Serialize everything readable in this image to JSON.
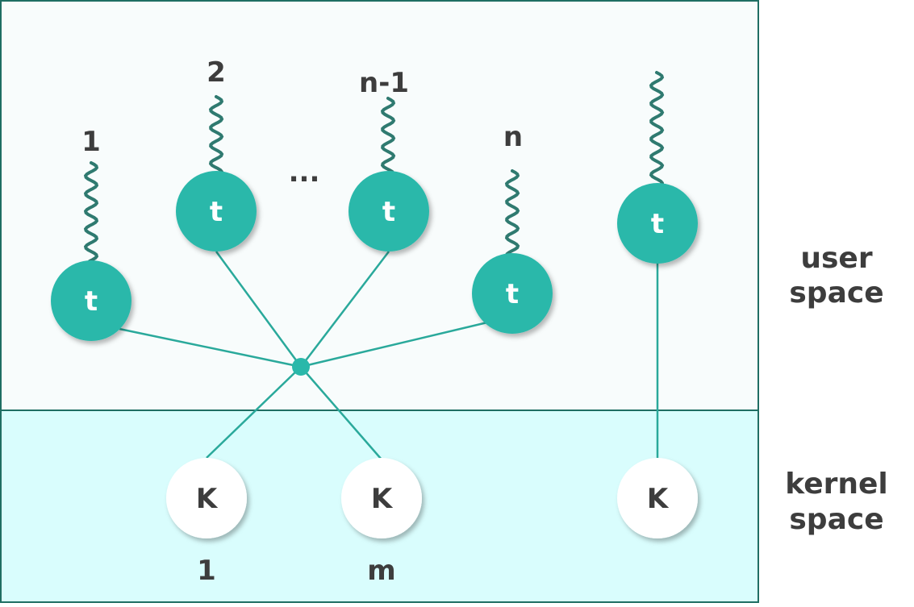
{
  "colors": {
    "thread_fill": "#2ab8aa",
    "thread_text": "#ffffff",
    "kernel_fill": "#ffffff",
    "kernel_text": "#3d3d3d",
    "edge": "#2aa99b",
    "squiggle": "#2f7a70",
    "user_bg": "#f8fcfc",
    "kernel_bg": "#d9fdfd",
    "border": "#1f6e63"
  },
  "regions": {
    "user": {
      "label_line1": "user",
      "label_line2": "space"
    },
    "kernel": {
      "label_line1": "kernel",
      "label_line2": "space"
    }
  },
  "threads": [
    {
      "id": "t1",
      "glyph": "t",
      "index_label": "1"
    },
    {
      "id": "t2",
      "glyph": "t",
      "index_label": "2"
    },
    {
      "id": "t3",
      "glyph": "t",
      "index_label": "n-1"
    },
    {
      "id": "t4",
      "glyph": "t",
      "index_label": "n"
    },
    {
      "id": "t5",
      "glyph": "t",
      "index_label": ""
    }
  ],
  "ellipsis": "...",
  "kernel_threads": [
    {
      "id": "k1",
      "glyph": "K",
      "index_label": "1"
    },
    {
      "id": "k2",
      "glyph": "K",
      "index_label": "m"
    },
    {
      "id": "k3",
      "glyph": "K",
      "index_label": ""
    }
  ]
}
